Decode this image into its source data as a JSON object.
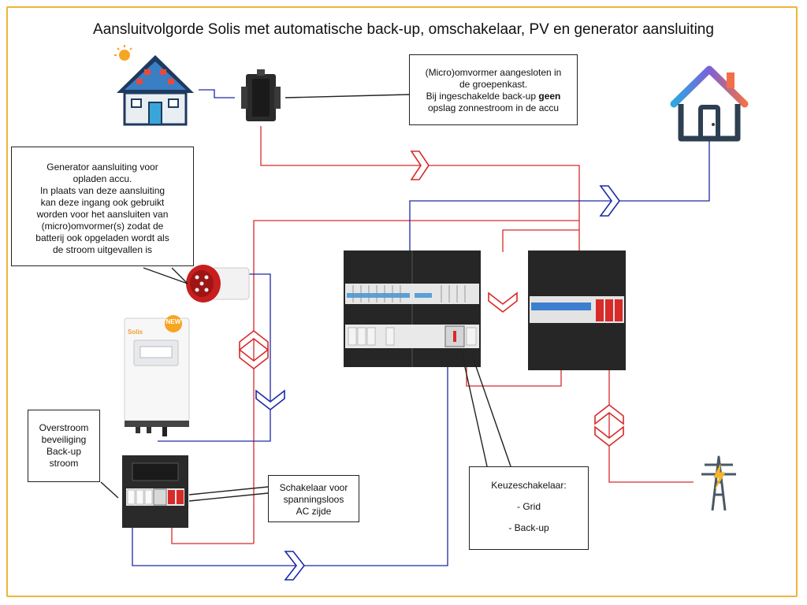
{
  "title": "Aansluitvolgorde Solis met automatische back-up, omschakelaar, PV en generator aansluiting",
  "callouts": {
    "inverter": {
      "lines": [
        "(Micro)omvormer aangesloten in",
        "de groepenkast.",
        "Bij ingeschakelde back-up"
      ],
      "bold": "geen",
      "last": "opslag zonnestroom in de accu"
    },
    "generator": {
      "lines": [
        "Generator aansluiting voor",
        "opladen accu.",
        "In plaats van deze aansluiting",
        "kan deze ingang ook gebruikt",
        "worden voor het aansluiten van",
        "(micro)omvormer(s) zodat de",
        "batterij ook opgeladen wordt als",
        "de stroom uitgevallen is"
      ]
    },
    "overcurrent": {
      "lines": [
        "Overstroom",
        "beveiliging",
        "Back-up",
        "stroom"
      ]
    },
    "switch": {
      "lines": [
        "Schakelaar voor",
        "spanningsloos",
        "AC zijde"
      ]
    },
    "selector": {
      "title": "Keuzeschakelaar:",
      "options": [
        "- Grid",
        "- Back-up"
      ]
    }
  },
  "inverter_badge": "NEW",
  "brand_label": "Solis",
  "icons": {
    "pv_house": "solar-house-icon",
    "micro_inverter": "micro-inverter-icon",
    "home": "home-icon",
    "generator_plug": "cee-plug-icon",
    "battery_inverter": "hybrid-inverter-icon",
    "grid": "power-pylon-icon"
  },
  "colors": {
    "red_wire": "#d92a2a",
    "blue_wire": "#1c2aa8",
    "frame": "#f0b43a"
  }
}
